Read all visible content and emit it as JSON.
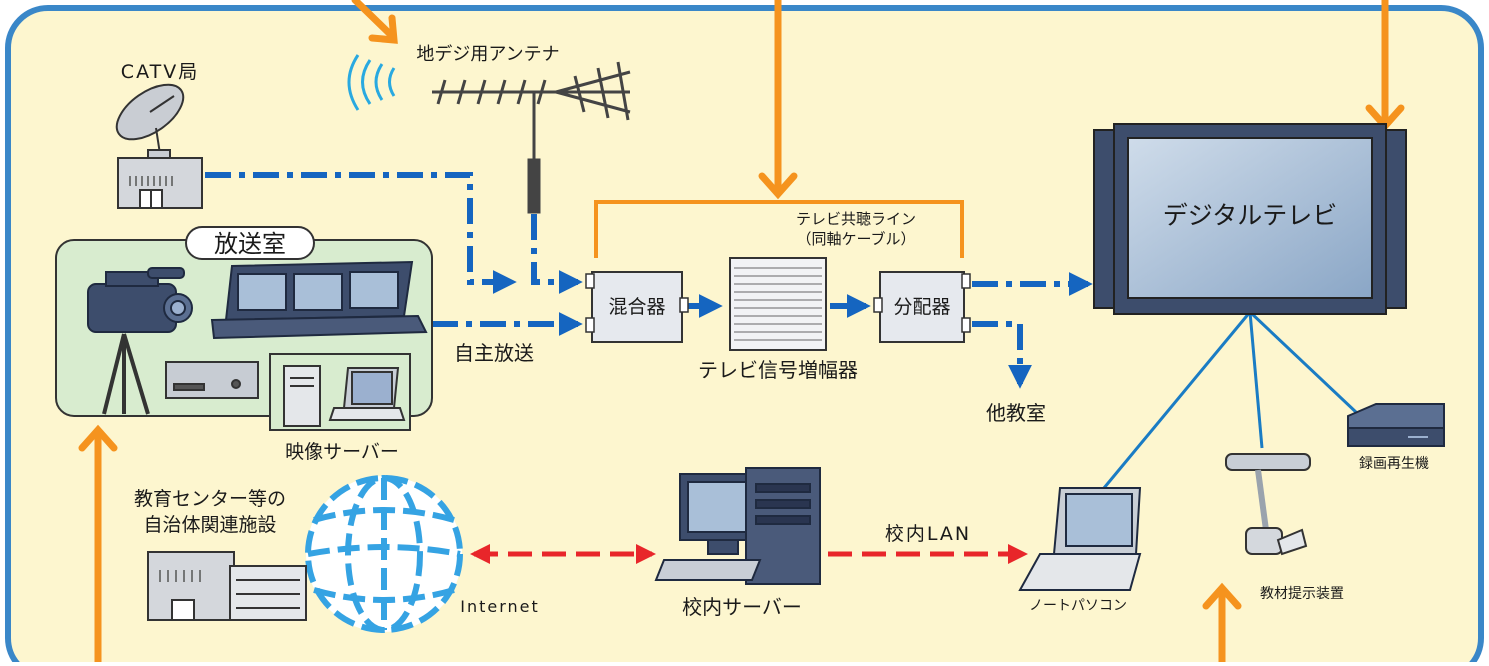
{
  "labels": {
    "catv": "CATV局",
    "antenna": "地デジ用アンテナ",
    "broadcast_room": "放送室",
    "video_server": "映像サーバー",
    "self_broadcast": "自主放送",
    "mixer": "混合器",
    "amplifier": "テレビ信号増幅器",
    "distributor": "分配器",
    "shared_line_1": "テレビ共聴ライン",
    "shared_line_2": "（同軸ケーブル）",
    "other_classroom": "他教室",
    "digital_tv": "デジタルテレビ",
    "recorder": "録画再生機",
    "document_camera": "教材提示装置",
    "laptop": "ノートパソコン",
    "school_server": "校内サーバー",
    "school_lan": "校内LAN",
    "internet": "Internet",
    "facility_1": "教育センター等の",
    "facility_2": "自治体関連施設"
  },
  "colors": {
    "background": "#fdf6cf",
    "frame": "#3a87c8",
    "orange_arrow": "#f5931e",
    "blue_line": "#1565c0",
    "red_line": "#e8262a",
    "room_fill": "#d8eccf",
    "device_dark": "#3d4d6c",
    "screen": "#a9bfd8"
  },
  "icons": [
    "satellite-dish-icon",
    "building-icon",
    "antenna-icon",
    "video-camera-icon",
    "tripod-icon",
    "mixing-console-icon",
    "deck-icon",
    "tower-pc-icon",
    "laptop-icon",
    "globe-icon",
    "desktop-pc-icon",
    "document-camera-icon",
    "recorder-icon"
  ]
}
